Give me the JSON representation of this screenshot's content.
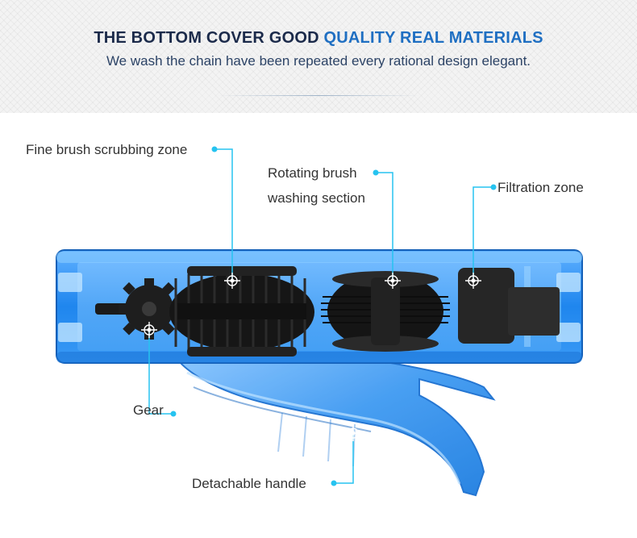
{
  "header": {
    "title_part1": "THE BOTTOM COVER GOOD ",
    "title_highlight": "QUALITY REAL MATERIALS",
    "subtitle": "We wash the chain have been repeated every rational design elegant."
  },
  "callouts": {
    "fine_brush": "Fine brush scrubbing zone",
    "rotating_line1": "Rotating brush",
    "rotating_line2": "washing section",
    "filtration": "Filtration zone",
    "gear": "Gear",
    "handle": "Detachable handle"
  },
  "colors": {
    "accent": "#1f6fc2",
    "callout": "#26c3f0",
    "title": "#1b2a4a",
    "housing": "#2a8ef0"
  }
}
